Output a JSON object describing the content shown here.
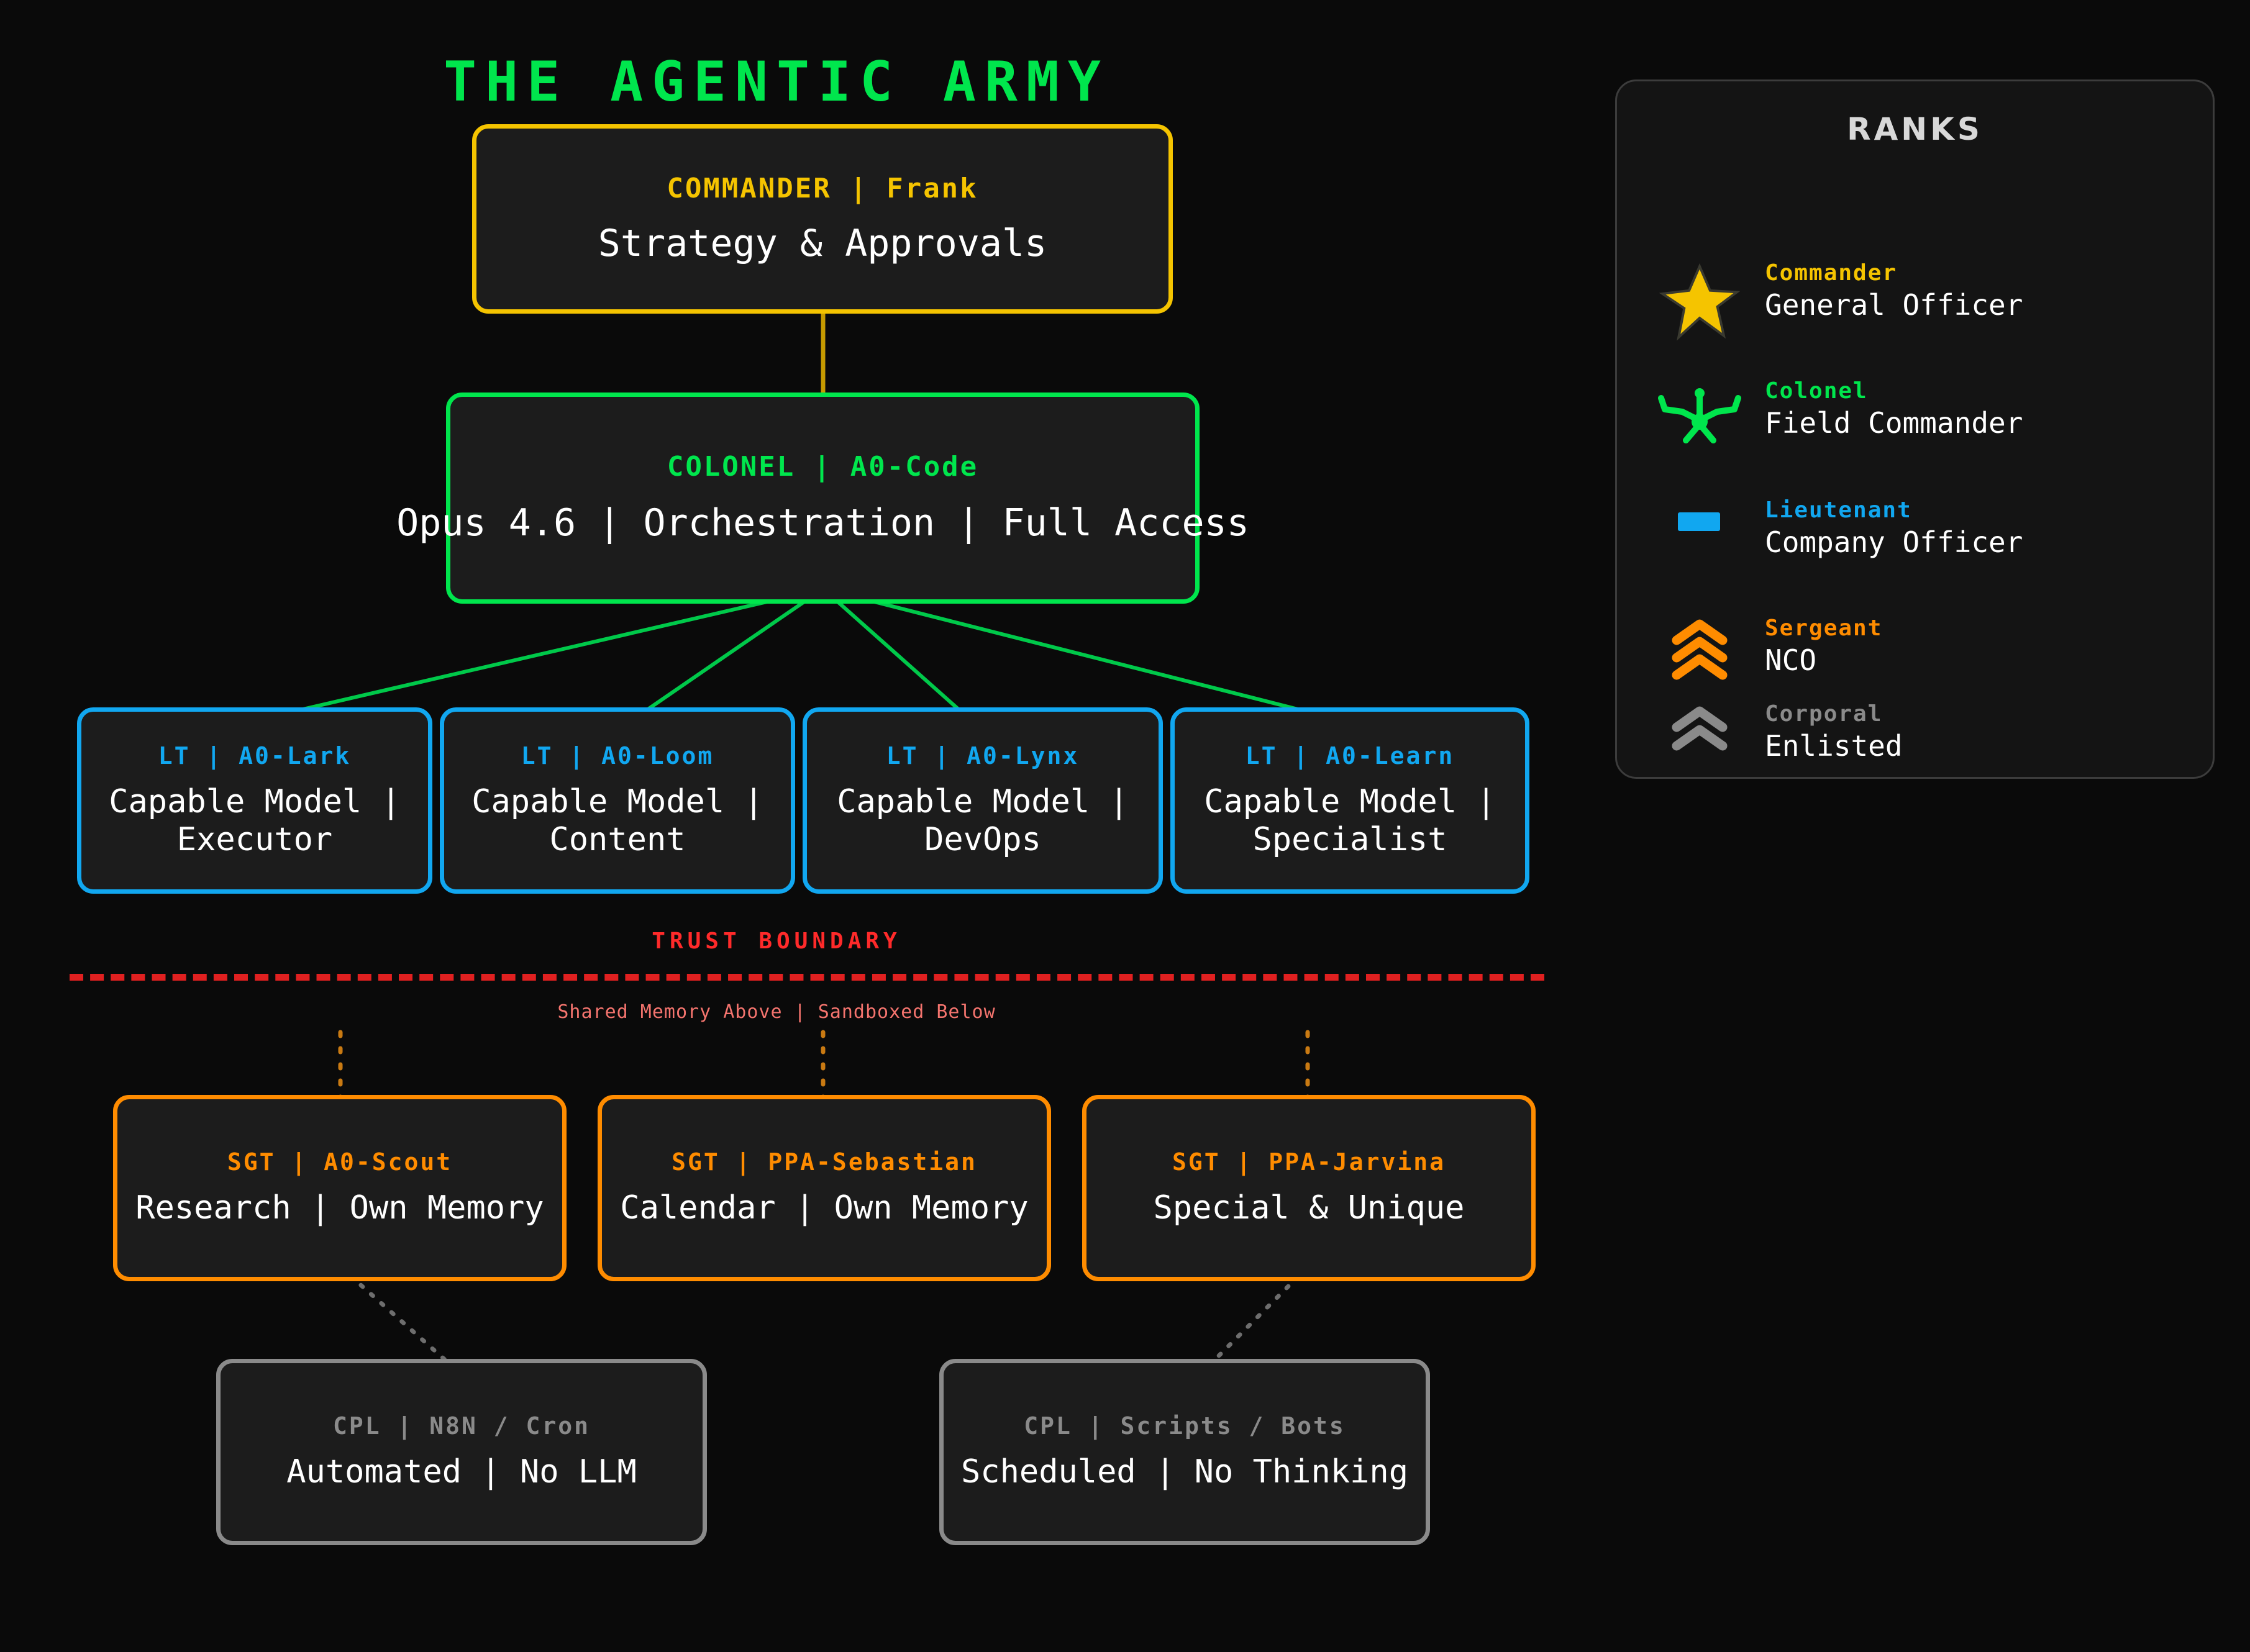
{
  "title": "THE  AGENTIC  ARMY",
  "commander": {
    "header": "COMMANDER  |  Frank",
    "sub": "Strategy & Approvals",
    "color": "#F5C400"
  },
  "colonel": {
    "header": "COLONEL  |  A0-Code",
    "sub": "Opus 4.6 | Orchestration | Full Access",
    "color": "#00E64D"
  },
  "lieutenants": {
    "color": "#11A7F0",
    "items": [
      {
        "header": "LT | A0-Lark",
        "sub": "Capable Model | Executor"
      },
      {
        "header": "LT | A0-Loom",
        "sub": "Capable Model | Content"
      },
      {
        "header": "LT | A0-Lynx",
        "sub": "Capable Model | DevOps"
      },
      {
        "header": "LT | A0-Learn",
        "sub": "Capable Model | Specialist"
      }
    ]
  },
  "trust_boundary": {
    "label": "TRUST  BOUNDARY",
    "sub": "Shared Memory Above | Sandboxed Below",
    "color": "#E02020",
    "sub_color": "#F4746E"
  },
  "sergeants": {
    "color": "#FF8C00",
    "items": [
      {
        "header": "SGT | A0-Scout",
        "sub": "Research | Own Memory"
      },
      {
        "header": "SGT | PPA-Sebastian",
        "sub": "Calendar | Own Memory"
      },
      {
        "header": "SGT | PPA-Jarvina",
        "sub": "Special & Unique"
      }
    ]
  },
  "corporals": {
    "color": "#8a8a8a",
    "items": [
      {
        "header": "CPL | N8N / Cron",
        "sub": "Automated | No LLM"
      },
      {
        "header": "CPL | Scripts / Bots",
        "sub": "Scheduled | No Thinking"
      }
    ]
  },
  "ranks": {
    "title": "RANKS",
    "items": [
      {
        "icon": "star-icon",
        "key": "Commander",
        "value": "General Officer",
        "color": "#F5C400"
      },
      {
        "icon": "eagle-icon",
        "key": "Colonel",
        "value": "Field Commander",
        "color": "#00E64D"
      },
      {
        "icon": "bar-icon",
        "key": "Lieutenant",
        "value": "Company Officer",
        "color": "#11A7F0"
      },
      {
        "icon": "triple-chevron-icon",
        "key": "Sergeant",
        "value": "NCO",
        "color": "#FF8C00"
      },
      {
        "icon": "double-chevron-icon",
        "key": "Corporal",
        "value": "Enlisted",
        "color": "#8a8a8a"
      }
    ]
  }
}
